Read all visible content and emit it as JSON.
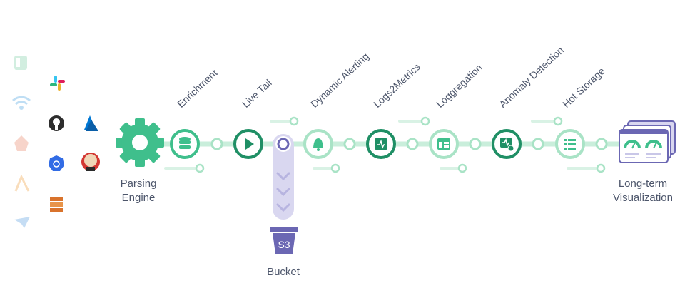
{
  "colors": {
    "green": "#3fbf8c",
    "green_light": "#c9eedb",
    "green_dark": "#1f8f65",
    "purple": "#6b67b3",
    "purple_light": "#d9d7f0",
    "text": "#4d566b"
  },
  "sources": {
    "faded": [
      "elastic-beats-icon",
      "wifi-icon",
      "fluentd-icon",
      "aws-lambda-icon",
      "bird-icon"
    ],
    "left_column": [
      "slack-icon",
      "github-icon",
      "kubernetes-icon",
      "aws-icon"
    ],
    "right_column": [
      "azure-icon",
      "jenkins-icon"
    ]
  },
  "parsing_engine": {
    "label_line1": "Parsing",
    "label_line2": "Engine"
  },
  "stages": [
    {
      "label": "Enrichment",
      "icon": "database-icon"
    },
    {
      "label": "Live Tail",
      "icon": "play-icon"
    },
    {
      "label": "Dynamic Alerting",
      "icon": "bell-icon"
    },
    {
      "label": "Logs2Metrics",
      "icon": "metrics-icon"
    },
    {
      "label": "Loggregation",
      "icon": "table-icon"
    },
    {
      "label": "Anomaly Detection",
      "icon": "alert-monitor-icon"
    },
    {
      "label": "Hot Storage",
      "icon": "list-icon"
    }
  ],
  "bucket": {
    "badge": "S3",
    "label": "Bucket"
  },
  "visualization": {
    "label_line1": "Long-term",
    "label_line2": "Visualization"
  }
}
